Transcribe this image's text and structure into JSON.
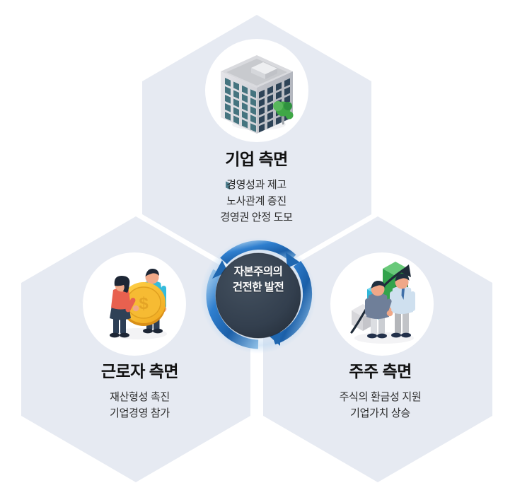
{
  "diagram": {
    "type": "hexagon-triad-cycle",
    "background_color": "#ffffff",
    "hexagon_fill": "#e6eaf2",
    "icon_circle_fill": "#ffffff",
    "center": {
      "name": "center-hub",
      "circle_color": "#33404f",
      "ring_color": "#2b7fd4",
      "line1": "자본주의의",
      "line2": "건전한 발전",
      "arrow_count": 3,
      "arrow_direction": "clockwise"
    },
    "panels": [
      {
        "id": "top",
        "title": "기업 측면",
        "icon": "office-building-icon",
        "icon_colors": [
          "#c9ccd2",
          "#2e4a63",
          "#3f6d7d",
          "#3aa655"
        ],
        "lines": [
          "경영성과 제고",
          "노사관계 증진",
          "경영권 안정 도모"
        ]
      },
      {
        "id": "left",
        "title": "근로자 측면",
        "icon": "people-holding-coin-icon",
        "icon_colors": [
          "#f0a500",
          "#f5c542",
          "#2bb3d4",
          "#e8614f",
          "#2c3e55"
        ],
        "lines": [
          "재산형성 촉진",
          "기업경영 참가"
        ]
      },
      {
        "id": "right",
        "title": "주주 측면",
        "icon": "growth-chart-handshake-icon",
        "icon_colors": [
          "#3aa655",
          "#2bb3d4",
          "#d8d8dc",
          "#2c3e55",
          "#b7cfe0"
        ],
        "lines": [
          "주식의 환금성 지원",
          "기업가치 상승"
        ]
      }
    ]
  }
}
